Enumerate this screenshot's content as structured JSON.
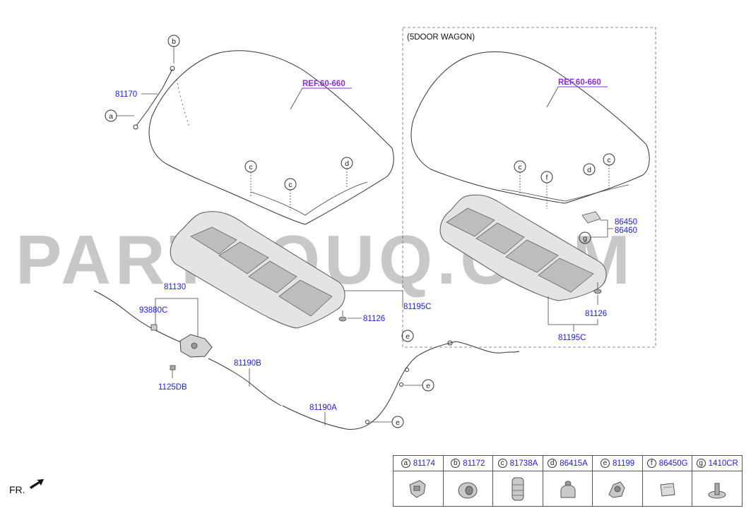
{
  "watermark": "PARTSOUQ.COM",
  "wagon_box_title": "(5DOOR WAGON)",
  "refs": [
    "REF.60-660",
    "REF.60-660"
  ],
  "part_numbers": {
    "p81170": "81170",
    "p81130": "81130",
    "p93880C": "93880C",
    "p1125DB": "1125DB",
    "p81190B": "81190B",
    "p81190A": "81190A",
    "p81126_left": "81126",
    "p81195C_left": "81195C",
    "p81126_right": "81126",
    "p81195C_right": "81195C",
    "p86450": "86450",
    "p86460": "86460"
  },
  "callouts": {
    "a": "a",
    "b": "b",
    "c1": "c",
    "c2": "c",
    "d1": "d",
    "c3": "c",
    "f1": "f",
    "d2": "d",
    "c4": "c",
    "g1": "g",
    "e1": "e",
    "e2": "e",
    "e3": "e"
  },
  "legend": [
    {
      "letter": "a",
      "part": "81174",
      "icon": "clip-a-icon"
    },
    {
      "letter": "b",
      "part": "81172",
      "icon": "grommet-icon"
    },
    {
      "letter": "c",
      "part": "81738A",
      "icon": "bumper-stopper-icon"
    },
    {
      "letter": "d",
      "part": "86415A",
      "icon": "rubber-cap-icon"
    },
    {
      "letter": "e",
      "part": "81199",
      "icon": "cable-clip-icon"
    },
    {
      "letter": "f",
      "part": "86450G",
      "icon": "pad-icon"
    },
    {
      "letter": "g",
      "part": "1410CR",
      "icon": "push-clip-icon"
    }
  ],
  "front_indicator": "FR."
}
